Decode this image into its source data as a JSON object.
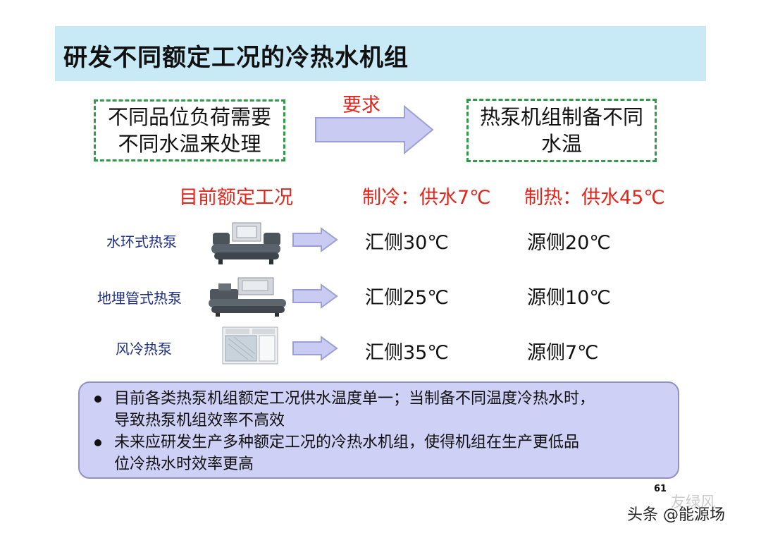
{
  "title": "研发不同额定工况的冷热水机组",
  "left_box": {
    "line1": "不同品位负荷需要",
    "line2": "不同水温来处理"
  },
  "requirement_label": "要求",
  "right_box": {
    "line1": "热泵机组制备不同",
    "line2": "水温"
  },
  "headers": {
    "current_rating": "目前额定工况",
    "cooling": "制冷：供水7℃",
    "heating": "制热：供水45℃"
  },
  "rows": [
    {
      "label": "水环式热泵",
      "cooling_value": "汇侧30℃",
      "heating_value": "源侧20℃"
    },
    {
      "label": "地埋管式热泵",
      "cooling_value": "汇侧25℃",
      "heating_value": "源侧10℃"
    },
    {
      "label": "风冷热泵",
      "cooling_value": "汇侧35℃",
      "heating_value": "源侧7℃"
    }
  ],
  "bullets": [
    {
      "line1": "目前各类热泵机组额定工况供水温度单一；当制备不同温度冷热水时，",
      "line2": "导致热泵机组效率不高效"
    },
    {
      "line1": "未来应研发生产多种额定工况的冷热水机组，使得机组在生产更低品",
      "line2": "位冷热水时效率更高"
    }
  ],
  "page_number": "61",
  "watermark_faded": "友绿风",
  "watermark": "头条 @能源场",
  "colors": {
    "title_bg": "#c8eaf7",
    "dash_green": "#2e9a4a",
    "red_text": "#e2241b",
    "blue_label": "#1f2f86",
    "arrow_fill": "#c9cbf3",
    "info_bg": "#cfd0f5"
  }
}
